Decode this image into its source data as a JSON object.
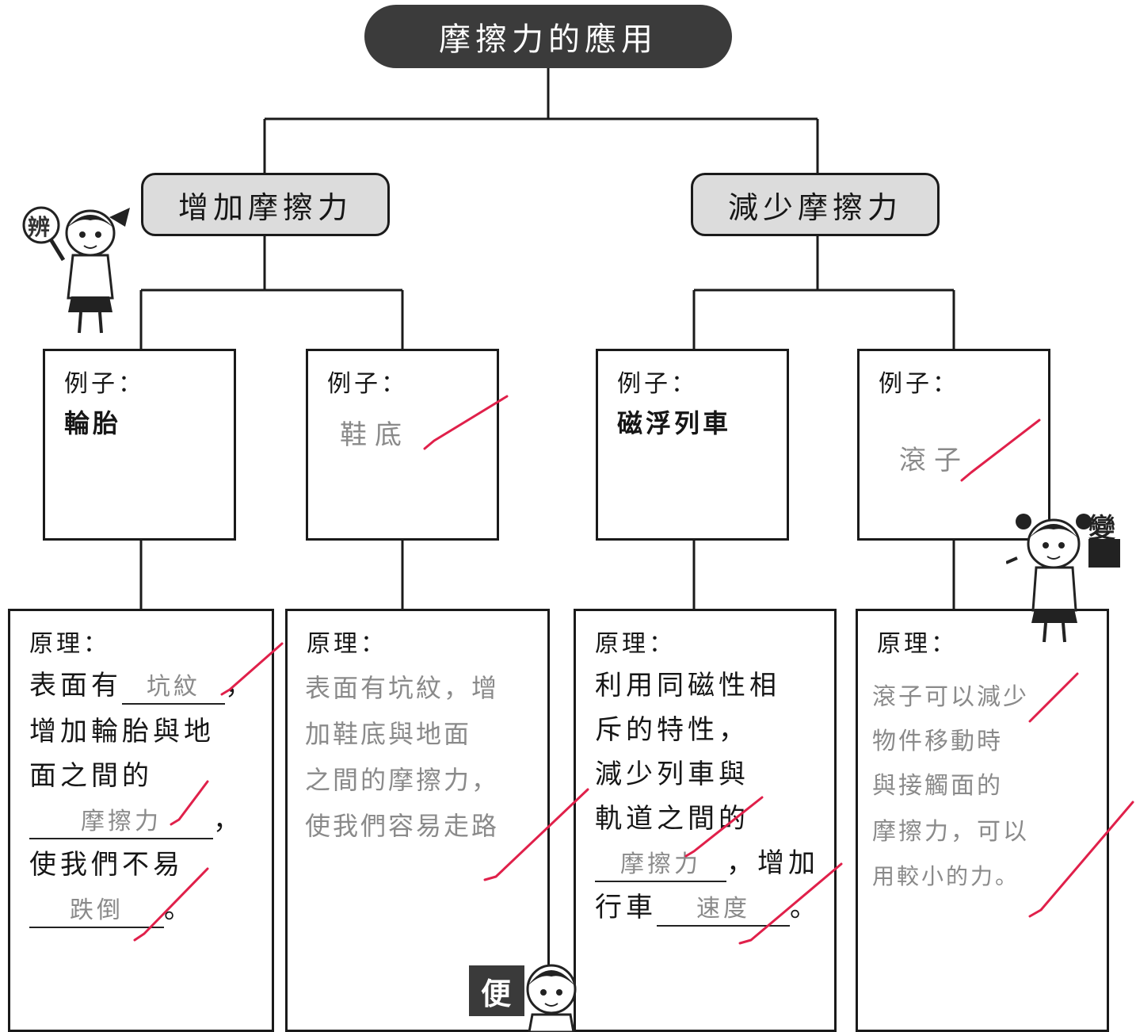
{
  "title": "摩擦力的應用",
  "branches": [
    {
      "heading": "增加摩擦力",
      "examples": [
        {
          "label": "例子：",
          "printed": "輪胎",
          "handwritten": "",
          "principle_label": "原理：",
          "principle_lines": [
            {
              "before": "表面有",
              "blank": "坑紋",
              "after": "，"
            },
            {
              "text": "增加輪胎與地"
            },
            {
              "text": "面之間的"
            },
            {
              "before": "",
              "blank": "摩擦力",
              "after": "，"
            },
            {
              "text": "使我們不易"
            },
            {
              "before": "",
              "blank": "跌倒",
              "after": "。"
            }
          ]
        },
        {
          "label": "例子：",
          "printed": "",
          "handwritten": "鞋底",
          "principle_label": "原理：",
          "principle_handwritten": [
            "表面有坑紋，增",
            "加鞋底與地面",
            "之間的摩擦力，",
            "使我們容易走路"
          ]
        }
      ]
    },
    {
      "heading": "減少摩擦力",
      "examples": [
        {
          "label": "例子：",
          "printed": "磁浮列車",
          "handwritten": "",
          "principle_label": "原理：",
          "principle_lines": [
            {
              "text": "利用同磁性相"
            },
            {
              "text": "斥的特性，"
            },
            {
              "text": "減少列車與"
            },
            {
              "text": "軌道之間的"
            },
            {
              "before": "",
              "blank": "摩擦力",
              "after": "，增加"
            },
            {
              "before": "行車",
              "blank": "速度",
              "after": "。"
            }
          ]
        },
        {
          "label": "例子：",
          "printed": "",
          "handwritten": "滾子",
          "principle_label": "原理：",
          "principle_handwritten": [
            "滾子可以減少",
            "物件移動時",
            "與接觸面的",
            "摩擦力，可以",
            "用較小的力。"
          ]
        }
      ]
    }
  ],
  "characters": {
    "top_left_badge": "辨",
    "right_badge": "變",
    "bottom_badge": "便"
  },
  "colors": {
    "title_bg": "#3b3b3b",
    "heading_bg": "#dcdcdc",
    "tick": "#e0204a",
    "handwriting": "#8a8a8a"
  }
}
